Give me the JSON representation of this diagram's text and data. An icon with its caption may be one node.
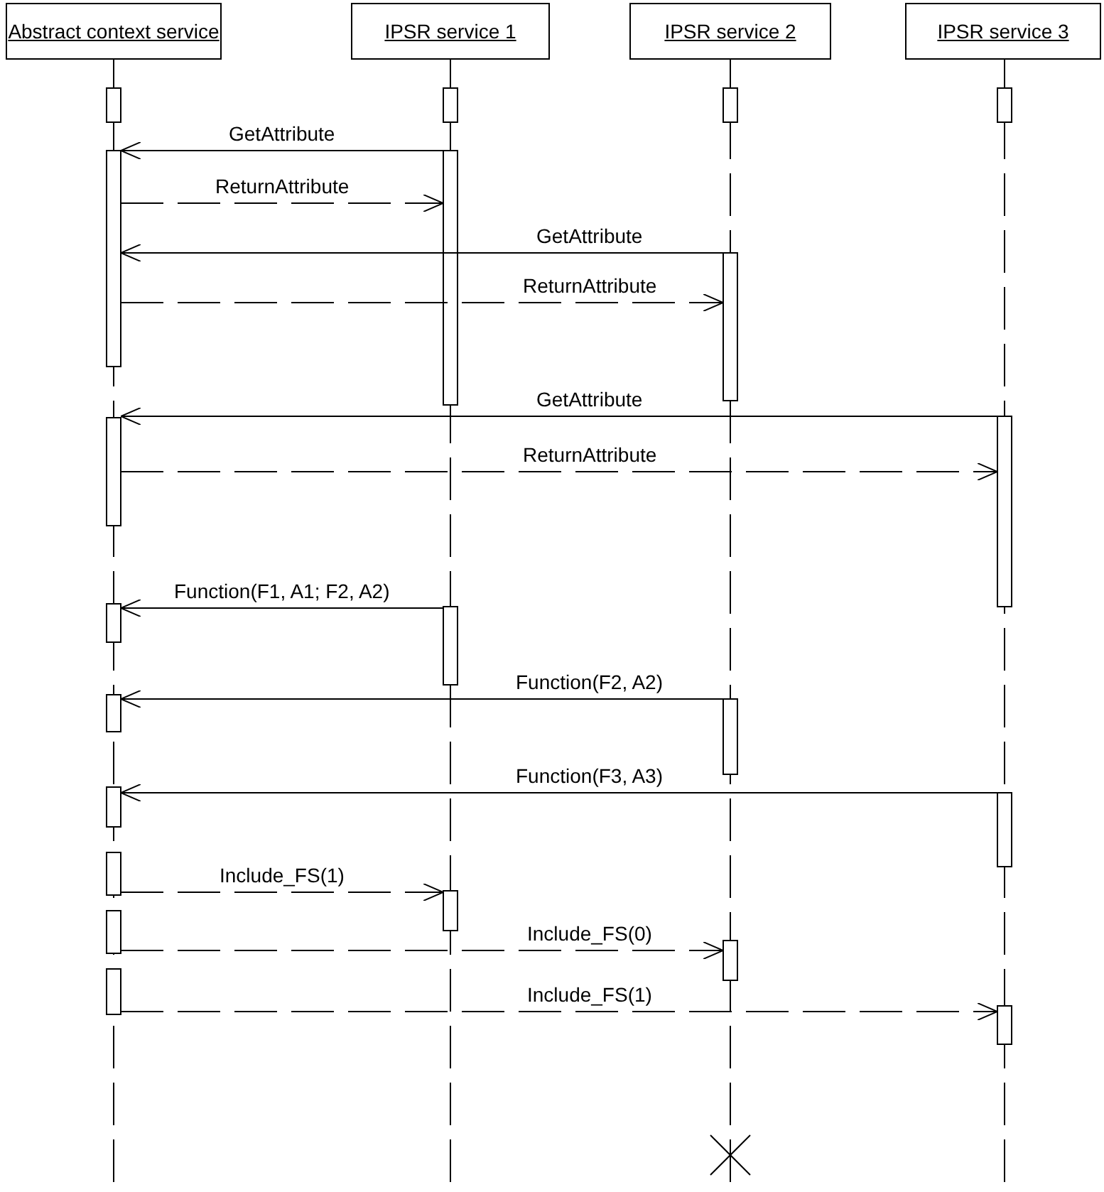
{
  "diagram": {
    "nodes": [
      {
        "text": [
          "Abstract context service"
        ]
      },
      {
        "text": [
          "IPSR service 1"
        ]
      },
      {
        "text": [
          "IPSR service 2"
        ]
      },
      {
        "text": [
          "IPSR service 3"
        ]
      },
      {
        "text": [],
        "shape": "bar"
      },
      {
        "text": [],
        "shape": "bar"
      },
      {
        "text": [],
        "shape": "bar"
      },
      {
        "text": [],
        "shape": "bar"
      },
      {
        "text": [],
        "shape": "bar"
      },
      {
        "text": [],
        "shape": "bar"
      },
      {
        "text": [],
        "shape": "bar"
      },
      {
        "text": [],
        "shape": "bar"
      },
      {
        "text": [],
        "shape": "bar"
      },
      {
        "text": [],
        "shape": "bar"
      },
      {
        "text": [],
        "shape": "bar"
      },
      {
        "text": [],
        "shape": "bar"
      },
      {
        "text": [],
        "shape": "bar"
      },
      {
        "text": [],
        "shape": "bar"
      },
      {
        "text": [],
        "shape": "bar"
      },
      {
        "text": [],
        "shape": "bar"
      },
      {
        "text": [],
        "shape": "bar"
      },
      {
        "text": [],
        "shape": "bar"
      },
      {
        "text": [],
        "shape": "bar"
      },
      {
        "text": [],
        "shape": "bar"
      },
      {
        "text": [],
        "shape": "bar"
      }
    ],
    "edges": [
      {
        "from": 9,
        "to": 8,
        "arrow": "to",
        "label": "GetAttribute"
      },
      {
        "from": 8,
        "to": 9,
        "arrow": "to",
        "label": "ReturnAttribute",
        "style": "dashed"
      },
      {
        "from": 10,
        "to": 8,
        "arrow": "to",
        "label": "GetAttribute"
      },
      {
        "from": 8,
        "to": 10,
        "arrow": "to",
        "label": "ReturnAttribute",
        "style": "dashed"
      },
      {
        "from": 12,
        "to": 11,
        "arrow": "to",
        "label": "GetAttribute"
      },
      {
        "from": 11,
        "to": 12,
        "arrow": "to",
        "label": "ReturnAttribute",
        "style": "dashed"
      },
      {
        "from": 14,
        "to": 13,
        "arrow": "to",
        "label": "Function(F1, A1; F2, A2)"
      },
      {
        "from": 16,
        "to": 15,
        "arrow": "to",
        "label": "Function(F2, A2)"
      },
      {
        "from": 18,
        "to": 17,
        "arrow": "to",
        "label": "Function(F3, A3)"
      },
      {
        "from": 19,
        "to": 20,
        "arrow": "to",
        "label": "Include_FS(1)",
        "style": "dashed"
      },
      {
        "from": 21,
        "to": 22,
        "arrow": "to",
        "label": "Include_FS(0)",
        "style": "dashed"
      },
      {
        "from": 23,
        "to": 24,
        "arrow": "to",
        "label": "Include_FS(1)",
        "style": "dashed"
      }
    ]
  }
}
